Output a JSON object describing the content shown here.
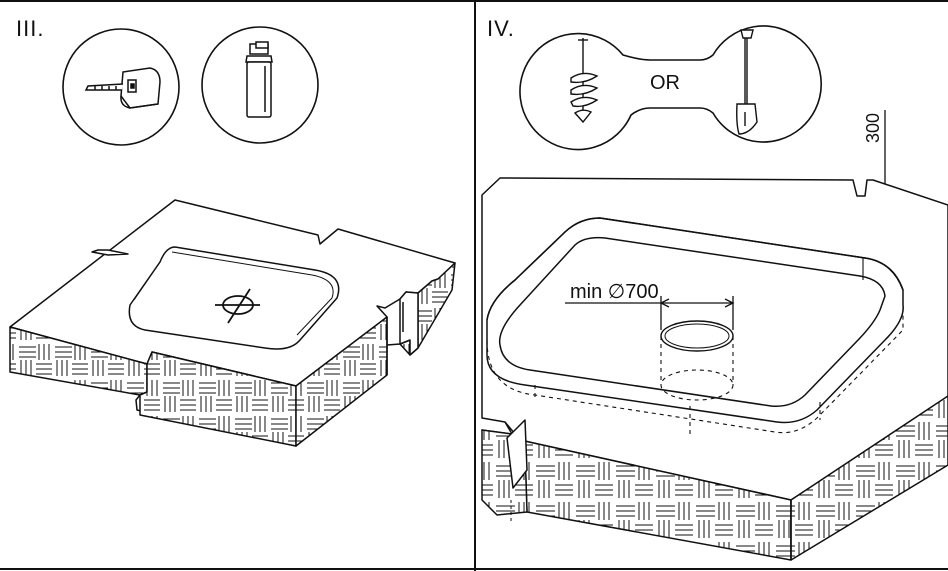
{
  "steps": [
    {
      "label": "III.",
      "tools": [
        "tape-measure",
        "spray-paint-can"
      ]
    },
    {
      "label": "IV.",
      "tools": [
        "earth-auger",
        "shovel"
      ],
      "tool_separator": "OR"
    }
  ],
  "dimensions": {
    "hole_diameter": "min ∅700",
    "depth": "300"
  },
  "colors": {
    "line": "#111111",
    "background": "#ffffff"
  }
}
